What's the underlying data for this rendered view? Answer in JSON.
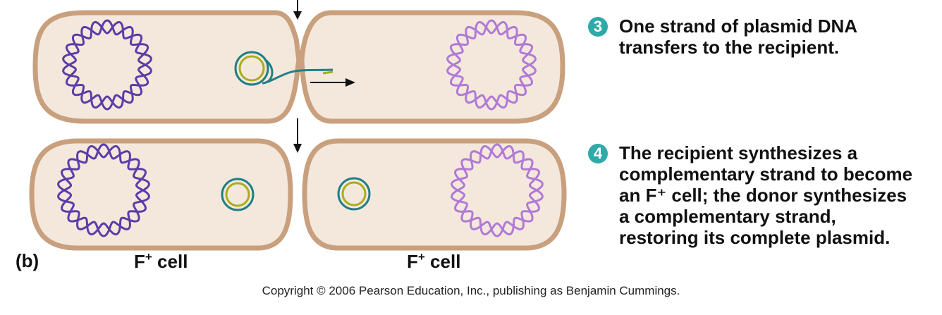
{
  "steps": [
    {
      "number": "3",
      "lines": [
        "One strand of plasmid DNA",
        "transfers to the recipient."
      ]
    },
    {
      "number": "4",
      "lines": [
        "The recipient synthesizes a",
        "complementary strand to become",
        "an F⁺ cell; the donor synthesizes",
        "a complementary strand,",
        "restoring its complete plasmid."
      ]
    }
  ],
  "panel_label": "(b)",
  "cell_labels": [
    {
      "base": "F",
      "sup": "+",
      "rest": " cell"
    },
    {
      "base": "F",
      "sup": "+",
      "rest": " cell"
    }
  ],
  "copyright": "Copyright © 2006 Pearson Education, Inc., publishing as Benjamin Cummings.",
  "colors": {
    "cell_fill": "#f4e8dc",
    "cell_border": "#c9a07e",
    "donor_chromosome": "#5b3da8",
    "recipient_chromosome": "#b07ad6",
    "plasmid_outer": "#1f7f86",
    "plasmid_inner": "#a9ad1c",
    "step_badge": "#2eaaa8"
  }
}
